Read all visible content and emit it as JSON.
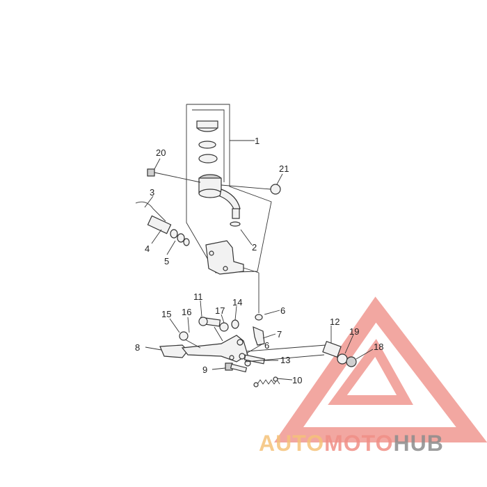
{
  "callouts": [
    "1",
    "2",
    "3",
    "4",
    "5",
    "6",
    "6",
    "7",
    "8",
    "9",
    "10",
    "11",
    "12",
    "13",
    "14",
    "15",
    "16",
    "17",
    "18",
    "19",
    "20",
    "21"
  ],
  "watermark": {
    "word_a": "AUTO",
    "word_b": "MOTO",
    "word_c": "HUB",
    "color_a": "#f5c27a",
    "color_b": "#f08f86",
    "color_c": "#8c8c8c"
  }
}
